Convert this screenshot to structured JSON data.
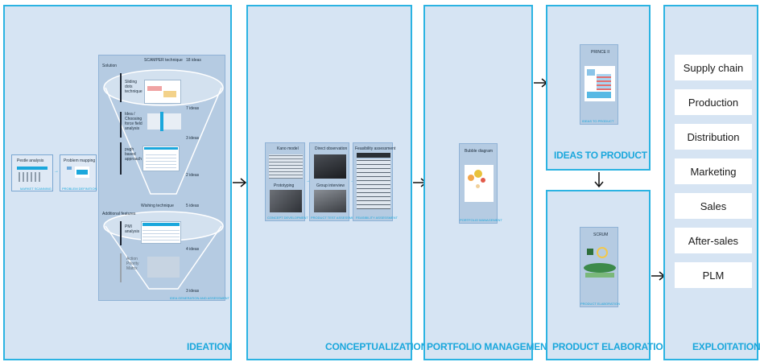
{
  "stages": {
    "ideation": "IDEATION",
    "conceptualization": "CONCEPTUALIZATION",
    "portfolio": "PORTFOLIO MANAGEMENT",
    "ideas_to_product": "IDEAS TO PRODUCT",
    "product_elaboration": "PRODUCT ELABORATION",
    "exploitation": "EXPLOITATION"
  },
  "ideation": {
    "pestle_title": "Pestle analysis",
    "pestle_caption": "MARKET SCANNING",
    "problem_title": "Problem mapping",
    "problem_caption": "PROBLEM DEFINITION",
    "solution_label": "Solution",
    "scamper_label": "SCAMPER technique",
    "ideas_18": "18 ideas",
    "sliding": "Sliding dots technique",
    "ideas_7": "7 ideas",
    "idea_force": "Idea / Choosing force field analysis",
    "ideas_3a": "3 ideas",
    "pugh": "pugh based approach",
    "ideas_2a": "2 ideas",
    "wishing_label": "Wishing technique",
    "ideas_5": "5 ideas",
    "additional": "Additional features",
    "pmi": "PMI analysis",
    "ideas_4": "4 ideas",
    "action": "Action Priority Matrix",
    "ideas_3b": "3 ideas",
    "funnel_caption": "IDEA GENERATION AND ASSESSMENT"
  },
  "concept": {
    "kano": "Kano model",
    "direct": "Direct observation",
    "feasibility": "Feasibility assessment",
    "prototyping": "Prototyping",
    "group": "Group interview",
    "cap1": "CONCEPT DEVELOPMENT",
    "cap2": "PRODUCT TEST ASSESSMENT",
    "cap3": "FEASIBILITY ASSESSMENT"
  },
  "portfolio": {
    "bubble": "Bubble diagram",
    "caption": "PORTFOLIO MANAGEMENT"
  },
  "ideas_to_product": {
    "prince": "PRINCE II",
    "caption": "IDEAS TO PRODUCT"
  },
  "product_elaboration": {
    "scrum": "SCRUM",
    "caption": "PRODUCT ELABORATION"
  },
  "exploitation": {
    "items": [
      "Supply chain",
      "Production",
      "Distribution",
      "Marketing",
      "Sales",
      "After-sales",
      "PLM"
    ]
  },
  "colors": {
    "panel_border": "#2bb3e2",
    "panel_fill": "#d6e4f3",
    "label": "#1aa7dc"
  }
}
